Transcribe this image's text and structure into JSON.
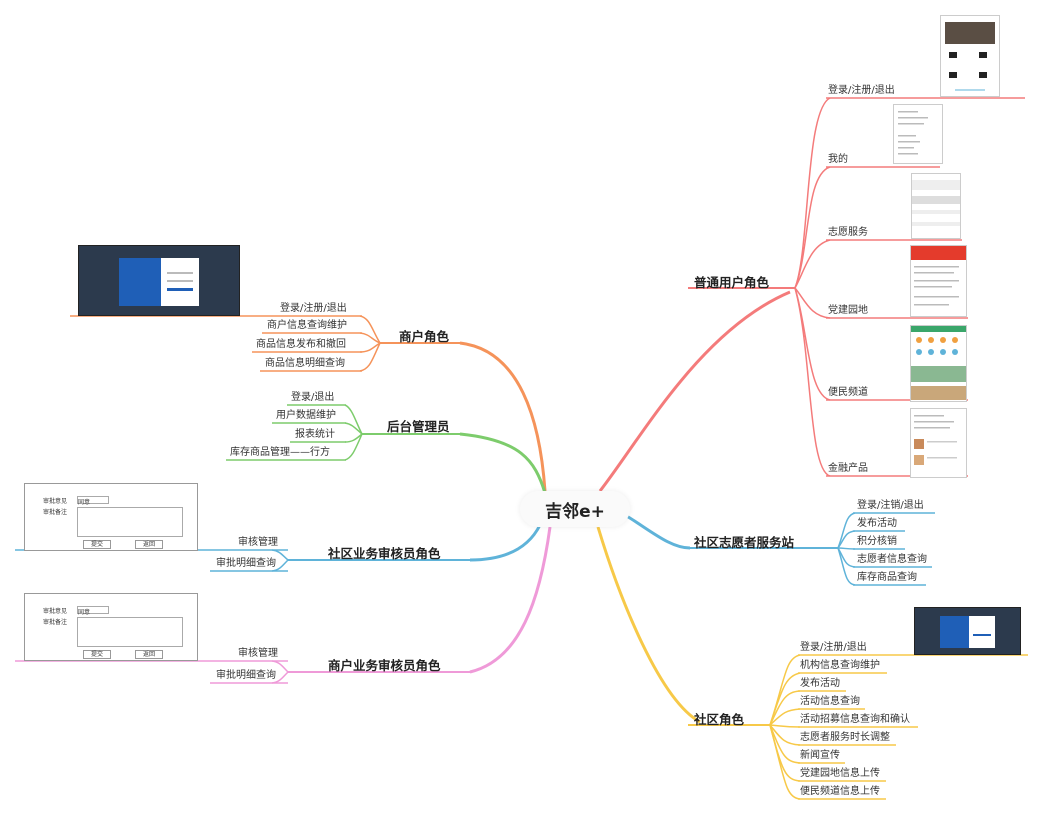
{
  "root": "吉邻e+",
  "colors": {
    "user": "#f47b7b",
    "merchant": "#f5935a",
    "admin": "#7dcc6c",
    "reviewer": "#5fb3d9",
    "merchant_reviewer": "#ef9ad8",
    "volunteer": "#5fb3d9",
    "community": "#f7c948"
  },
  "branches": {
    "user": {
      "title": "普通用户角色",
      "leaves": [
        "登录/注册/退出",
        "我的",
        "志愿服务",
        "党建园地",
        "便民频道",
        "金融产品"
      ]
    },
    "merchant": {
      "title": "商户角色",
      "leaves": [
        "登录/注册/退出",
        "商户信息查询维护",
        "商品信息发布和撤回",
        "商品信息明细查询"
      ]
    },
    "admin": {
      "title": "后台管理员",
      "leaves": [
        "登录/退出",
        "用户数据维护",
        "报表统计",
        "库存商品管理——行方"
      ]
    },
    "reviewer": {
      "title": "社区业务审核员角色",
      "leaves": [
        "审核管理",
        "审批明细查询"
      ]
    },
    "merchant_reviewer": {
      "title": "商户业务审核员角色",
      "leaves": [
        "审核管理",
        "审批明细查询"
      ]
    },
    "volunteer": {
      "title": "社区志愿者服务站",
      "leaves": [
        "登录/注销/退出",
        "发布活动",
        "积分核销",
        "志愿者信息查询",
        "库存商品查询"
      ]
    },
    "community": {
      "title": "社区角色",
      "leaves": [
        "登录/注册/退出",
        "机构信息查询维护",
        "发布活动",
        "活动信息查询",
        "活动招募信息查询和确认",
        "志愿者服务时长调整",
        "新闻宣传",
        "党建园地信息上传",
        "便民频道信息上传"
      ]
    }
  },
  "forms": {
    "form1": {
      "opinion_label": "审批意见",
      "opinion_value": "同意",
      "remark_label": "审批备注",
      "submit": "提交",
      "back": "返回"
    },
    "form2": {
      "opinion_label": "审批意见",
      "opinion_value": "同意",
      "remark_label": "审批备注",
      "submit": "提交",
      "back": "返回"
    }
  }
}
